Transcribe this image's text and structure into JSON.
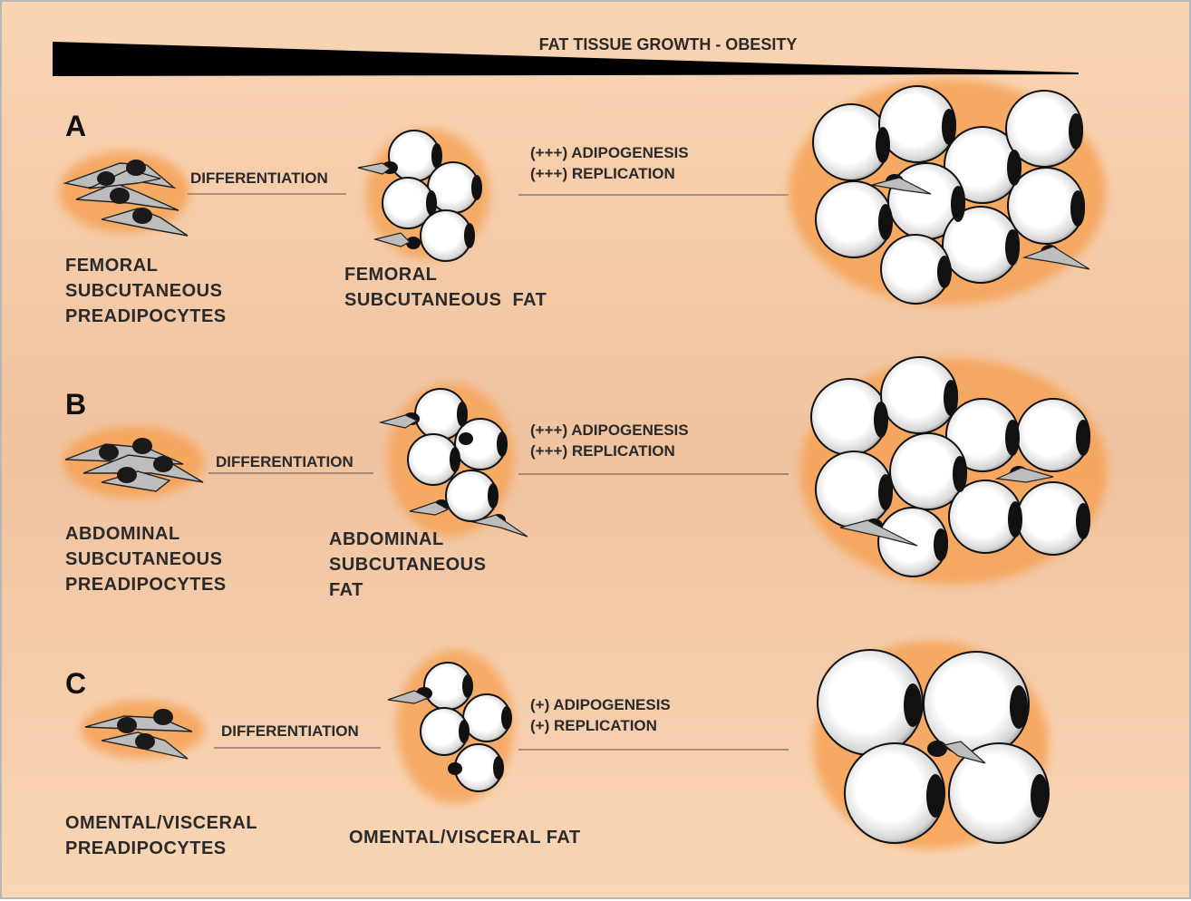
{
  "title": "FAT TISSUE GROWTH - OBESITY",
  "rows": [
    {
      "panel": "A",
      "preadipocyte_lines": [
        "FEMORAL",
        "SUBCUTANEOUS",
        "PREADIPOCYTES"
      ],
      "step_label": "DIFFERENTIATION",
      "fat_lines": [
        "FEMORAL",
        "SUBCUTANEOUS  FAT"
      ],
      "growth_lines": [
        "(+++) ADIPOGENESIS",
        "(+++) REPLICATION"
      ]
    },
    {
      "panel": "B",
      "preadipocyte_lines": [
        "ABDOMINAL",
        "SUBCUTANEOUS",
        "PREADIPOCYTES"
      ],
      "step_label": "DIFFERENTIATION",
      "fat_lines": [
        "ABDOMINAL",
        "SUBCUTANEOUS",
        "FAT"
      ],
      "growth_lines": [
        "(+++) ADIPOGENESIS",
        "(+++) REPLICATION"
      ]
    },
    {
      "panel": "C",
      "preadipocyte_lines": [
        "OMENTAL/VISCERAL",
        "PREADIPOCYTES"
      ],
      "step_label": "DIFFERENTIATION",
      "fat_lines": [
        "OMENTAL/VISCERAL FAT"
      ],
      "growth_lines": [
        "(+) ADIPOGENESIS",
        "(+) REPLICATION"
      ]
    }
  ]
}
